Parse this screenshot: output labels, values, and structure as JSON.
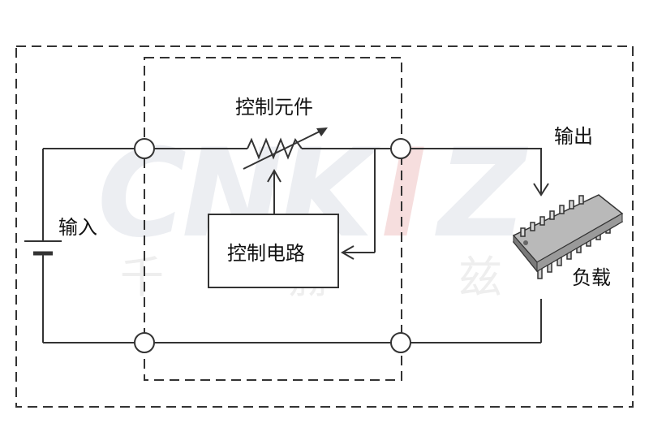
{
  "labels": {
    "control_element": "控制元件",
    "control_circuit": "控制电路",
    "output": "输出",
    "input": "输入",
    "load": "负载"
  },
  "watermark": {
    "logo_text": "CNKIZ",
    "characters": [
      "千",
      "赫",
      "兹"
    ]
  },
  "colors": {
    "line": "#333333",
    "dash": "#333333",
    "watermark_gray": "#eceef2",
    "watermark_red": "#f6dede"
  }
}
